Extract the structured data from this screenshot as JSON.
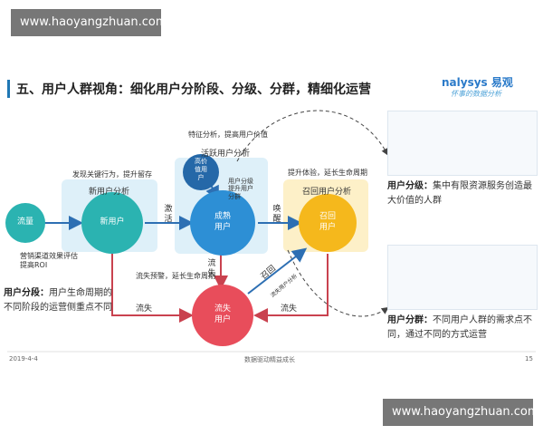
{
  "watermark": "www.haoyangzhuan.com",
  "title": "五、用户人群视角：细化用户分阶段、分级、分群，精细化运营",
  "logo": {
    "main": "nalysys 易观",
    "sub": "怀事的数据分析"
  },
  "stages": {
    "new": "新用户分析",
    "active": "活跃用户分析",
    "recall": "召回用户分析"
  },
  "nodes": {
    "traffic": "流量",
    "new_user": "新用户",
    "mature_user": "成熟\n用户",
    "high_value": "高价\n值用\n户",
    "recall_user": "召回\n用户",
    "lost_user": "流失\n用户"
  },
  "labels": {
    "find_key": "发现关键行为，提升留存",
    "feature": "特征分析，提高用户价值",
    "upgrade": "用户分级\n提升用户\n分群",
    "improve_exp": "提升体验，延长生命周期",
    "channel_eval": "营销渠道效果评估\n提高ROI",
    "churn_warn": "流失预警，延长生命周期",
    "activate": "激活",
    "wake": "唤醒",
    "churn_a": "流失",
    "churn_b": "流失",
    "churn_c": "流失",
    "recall_diag": "召回",
    "churn_analysis": "流失用户分析"
  },
  "side": {
    "segmentation_head": "用户分段：",
    "segmentation_text": "用户生命周期的不同阶段的运营侧重点不同",
    "grading_head": "用户分级：",
    "grading_text": "集中有限资源服务创造最大价值的人群",
    "clustering_head": "用户分群：",
    "clustering_text": "不同用户人群的需求点不同，通过不同的方式运营"
  },
  "footer": {
    "date": "2019-4-4",
    "center": "数据驱动精益成长",
    "page": "15"
  },
  "colors": {
    "teal": "#2bb3b1",
    "blue": "#2d8fd5",
    "yellow": "#f5b81c",
    "red": "#e84d5b",
    "arrow_red": "#c9424f",
    "arrow_blue": "#2d6fb3"
  }
}
